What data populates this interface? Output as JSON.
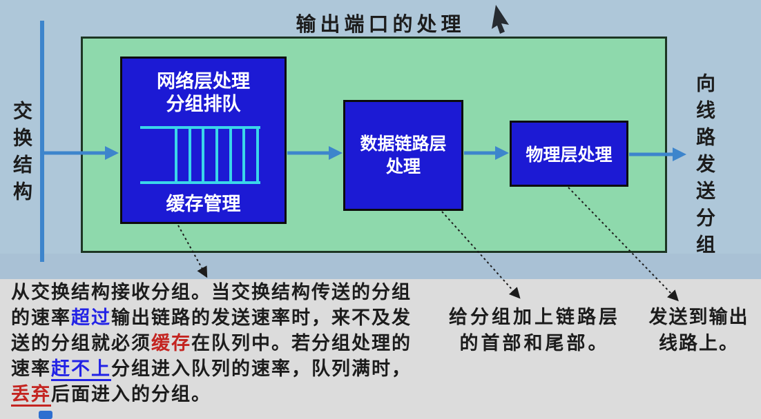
{
  "title": "输出端口的处理",
  "left_label": "交换结构",
  "right_label": "向线路发送分组",
  "boxes": {
    "network": {
      "title_line1": "网络层处理",
      "title_line2": "分组排队",
      "caption": "缓存管理",
      "queue_slots": 6
    },
    "datalink": {
      "line1": "数据链路层",
      "line2": "处理"
    },
    "physical": {
      "label": "物理层处理"
    }
  },
  "notes": {
    "main_lines": [
      [
        {
          "t": "从交换结构接收分组。当交换结构传送的分组",
          "s": "n"
        }
      ],
      [
        {
          "t": "的速率",
          "s": "n"
        },
        {
          "t": "超过",
          "s": "blue"
        },
        {
          "t": "输出链路的发送速率时，来不及发",
          "s": "n"
        }
      ],
      [
        {
          "t": "送的分组就必须",
          "s": "n"
        },
        {
          "t": "缓存",
          "s": "red"
        },
        {
          "t": "在队列中。若分组处理的",
          "s": "n"
        }
      ],
      [
        {
          "t": "速率",
          "s": "n"
        },
        {
          "t": "赶不上",
          "s": "blue-u"
        },
        {
          "t": "分组进入队列的速率，队列满时，",
          "s": "n"
        }
      ],
      [
        {
          "t": "丢弃",
          "s": "red-u"
        },
        {
          "t": "后面进入的分组。",
          "s": "n"
        }
      ]
    ],
    "datalink_note": {
      "line1": "给分组加上链路层",
      "line2": "的首部和尾部。"
    },
    "physical_note": {
      "line1": "发送到输出",
      "line2": "线路上。"
    }
  },
  "colors": {
    "background_top": "#aec7d9",
    "background_bottom": "#dcdcdc",
    "container_fill": "#8ed9ac",
    "box_fill": "#1c1ad4",
    "queue_stroke": "#3ad6ea",
    "arrow_blue": "#3d85cc",
    "highlight_blue": "#2222e6",
    "highlight_red": "#c42420",
    "text_black": "#1c1c1c"
  }
}
